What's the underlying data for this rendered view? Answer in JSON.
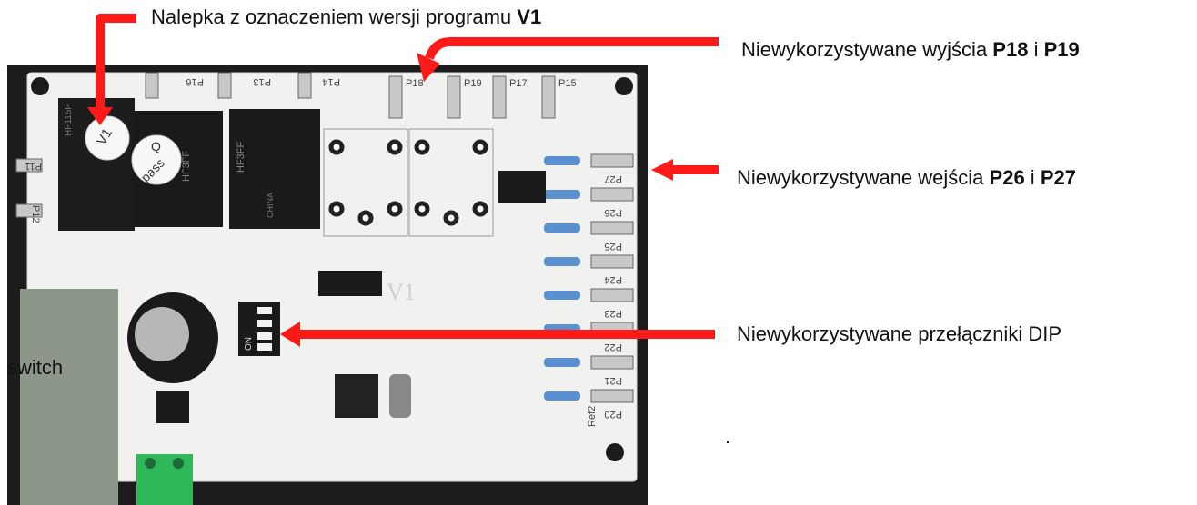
{
  "annotations": {
    "sticker": {
      "text": "Nalepka z oznaczeniem wersji programu ",
      "bold": "V1"
    },
    "outputs": {
      "text": "Niewykorzystywane wyjścia ",
      "bold1": "P18",
      "mid": " i ",
      "bold2": "P19"
    },
    "inputs": {
      "text": "Niewykorzystywane wejścia ",
      "bold1": "P26",
      "mid": " i ",
      "bold2": "P27"
    },
    "dip": {
      "text": "Niewykorzystywane przełączniki DIP"
    },
    "dot": "."
  },
  "board": {
    "switch_label": "switch",
    "version_mark": "V1",
    "sticker_v1": "V1",
    "sticker_pass_q": "Q",
    "sticker_pass": "pass",
    "relay1_brand": "HF115F",
    "relay2_brand": "HF3FF",
    "relay3_brand": "HF3FF",
    "relay_country": "CHINA",
    "dip_on": "ON",
    "pins_top": [
      "P16",
      "P13",
      "P14",
      "P18",
      "P19",
      "P17",
      "P15"
    ],
    "pins_right": [
      "P27",
      "P26",
      "P25",
      "P24",
      "P23",
      "P22",
      "P21",
      "P20"
    ],
    "pins_left": [
      "P11",
      "P12"
    ],
    "ref_label": "Ref2"
  },
  "colors": {
    "arrow": "#ff1a1a",
    "board": "#f2f2f0",
    "background_photo": "#1a1a1a",
    "connector": "#2fb85a"
  }
}
